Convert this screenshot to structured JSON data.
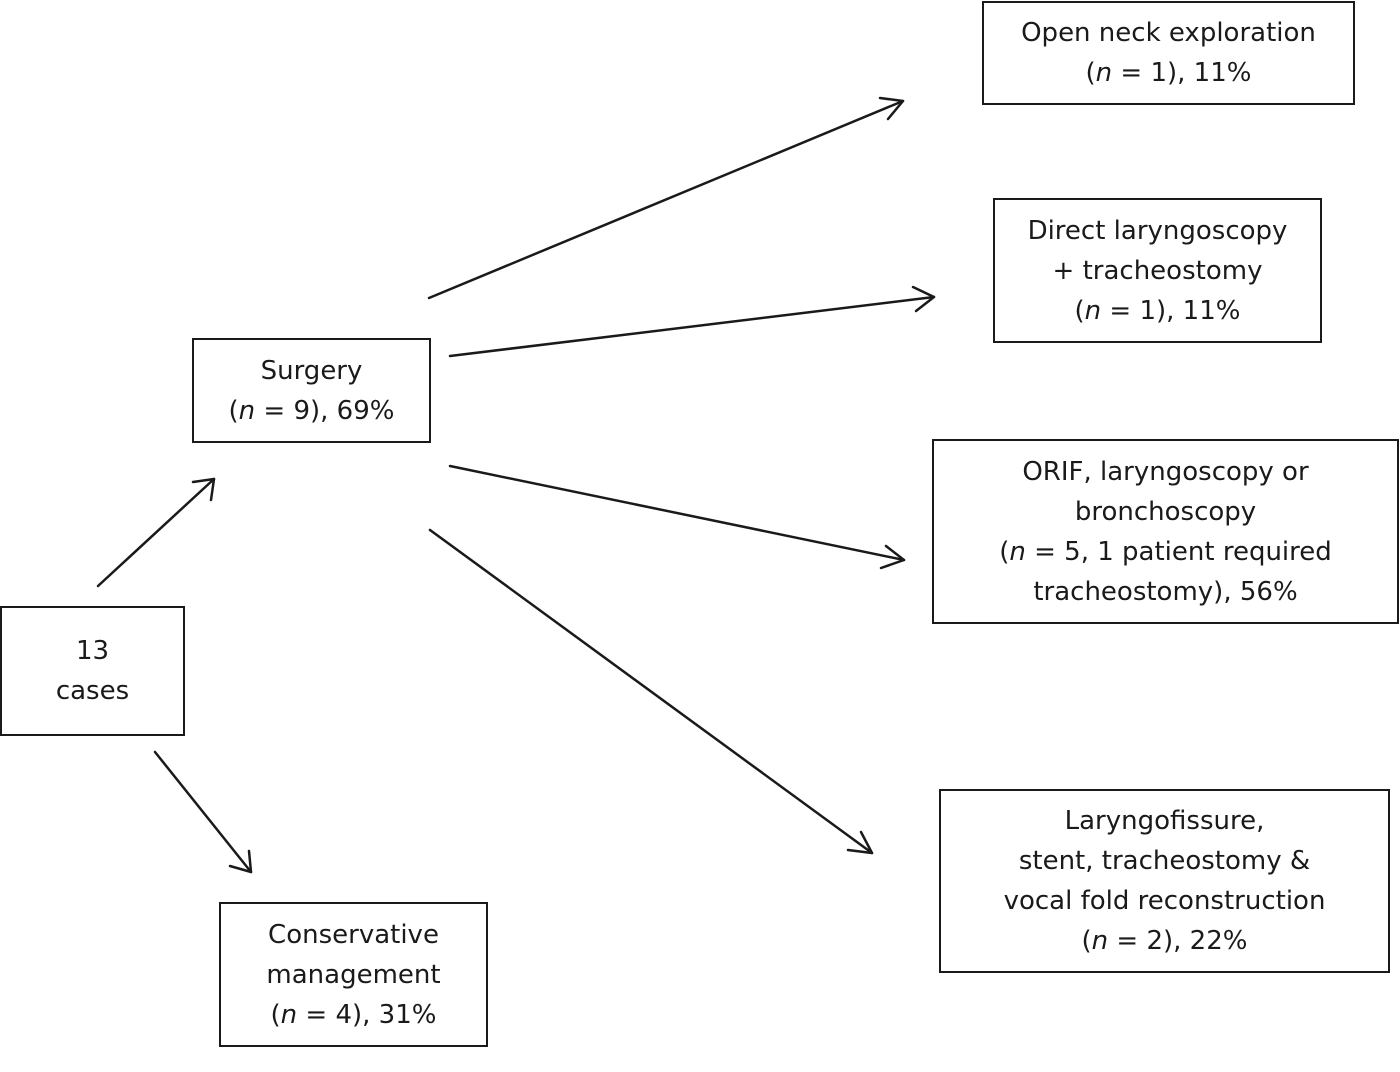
{
  "nodes": {
    "cases": {
      "line1": "13",
      "line2": "cases"
    },
    "surgery": {
      "title": "Surgery",
      "n_pre": "(",
      "n_var": "n",
      "n_post": " = 9), 69%"
    },
    "conservative": {
      "line1": "Conservative",
      "line2": "management",
      "n_pre": "(",
      "n_var": "n",
      "n_post": " = 4), 31%"
    },
    "open_neck": {
      "line1": "Open neck exploration",
      "n_pre": "(",
      "n_var": "n",
      "n_post": " = 1), 11%"
    },
    "direct_laryngoscopy": {
      "line1": "Direct laryngoscopy",
      "line2": "+ tracheostomy",
      "n_pre": "(",
      "n_var": "n",
      "n_post": " = 1), 11%"
    },
    "orif": {
      "line1": "ORIF, laryngoscopy or",
      "line2": "bronchoscopy",
      "n_pre": "(",
      "n_var": "n",
      "n_post": " = 5, 1 patient required",
      "line4": "tracheostomy), 56%"
    },
    "laryngofissure": {
      "line1": "Laryngofissure,",
      "line2": "stent, tracheostomy &",
      "line3": "vocal fold reconstruction",
      "n_pre": "(",
      "n_var": "n",
      "n_post": " = 2), 22%"
    }
  },
  "edges": [
    {
      "from": "cases",
      "to": "surgery"
    },
    {
      "from": "cases",
      "to": "conservative"
    },
    {
      "from": "surgery",
      "to": "open_neck"
    },
    {
      "from": "surgery",
      "to": "direct_laryngoscopy"
    },
    {
      "from": "surgery",
      "to": "orif"
    },
    {
      "from": "surgery",
      "to": "laryngofissure"
    }
  ],
  "colors": {
    "stroke": "#1a1a1a",
    "background": "#ffffff"
  }
}
